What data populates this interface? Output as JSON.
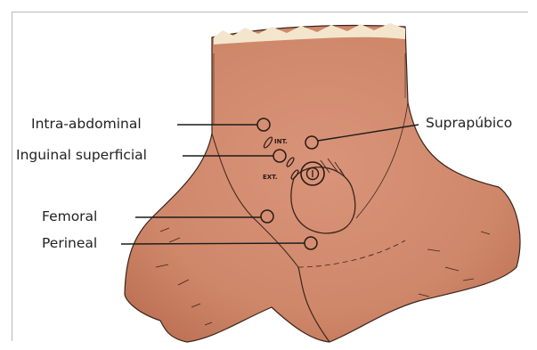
{
  "labels": {
    "intra_abdominal": "Intra-abdominal",
    "inguinal_superficial": "Inguinal superficial",
    "femoral": "Femoral",
    "perineal": "Perineal",
    "suprapubico": "Suprapúbico"
  },
  "markings": {
    "int": "INT.",
    "ext": "EXT."
  },
  "colors": {
    "skin": "#cf8a6c",
    "skin_dark": "#b8694f",
    "ink": "#2a1a14",
    "paper_top": "#f3e6cc"
  }
}
